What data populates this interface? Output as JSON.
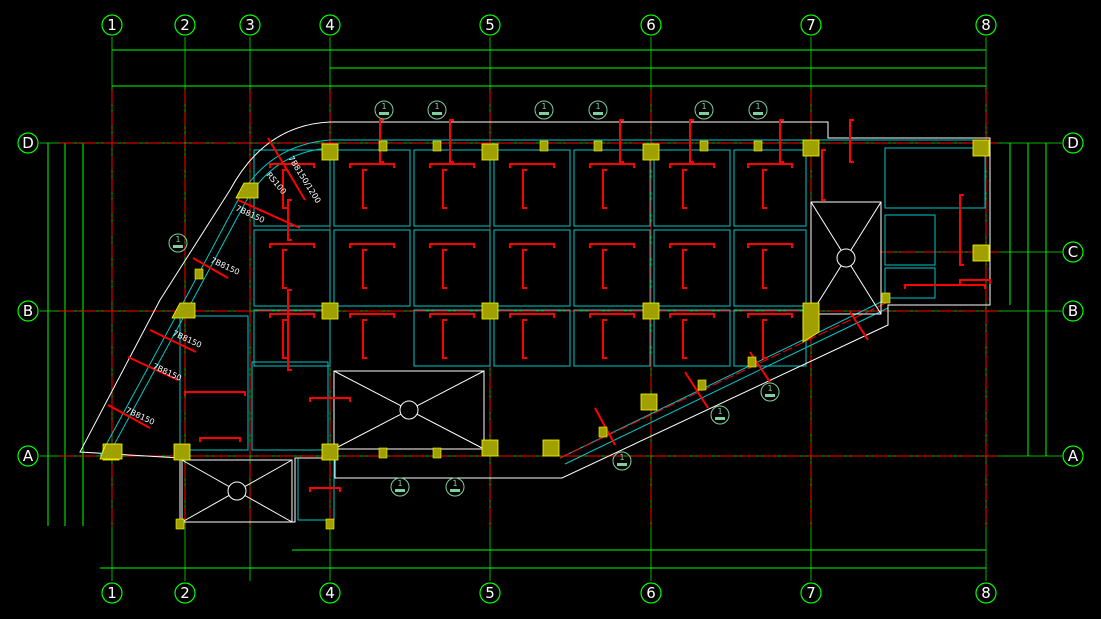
{
  "drawing": {
    "type": "floor-plan",
    "columns": [
      "1",
      "2",
      "3",
      "4",
      "5",
      "6",
      "7",
      "8"
    ],
    "bottom_columns": [
      "1",
      "2",
      "4",
      "5",
      "6",
      "7",
      "8"
    ],
    "rows": [
      "D",
      "C",
      "B",
      "A"
    ],
    "left_rows": [
      "D",
      "B",
      "A"
    ],
    "annotations": {
      "beam_label": "7B8150",
      "beam_label_long": "7B8150/1200",
      "rs_label": "RS100"
    },
    "section_marker": "1",
    "colors": {
      "background": "#000000",
      "axis": "#ff0000",
      "dimension": "#00ff00",
      "wall": "#00c8c8",
      "outline": "#ffffff",
      "column": "#a0a000",
      "beam": "#ff0000",
      "marker": "#7fd0a0"
    }
  }
}
